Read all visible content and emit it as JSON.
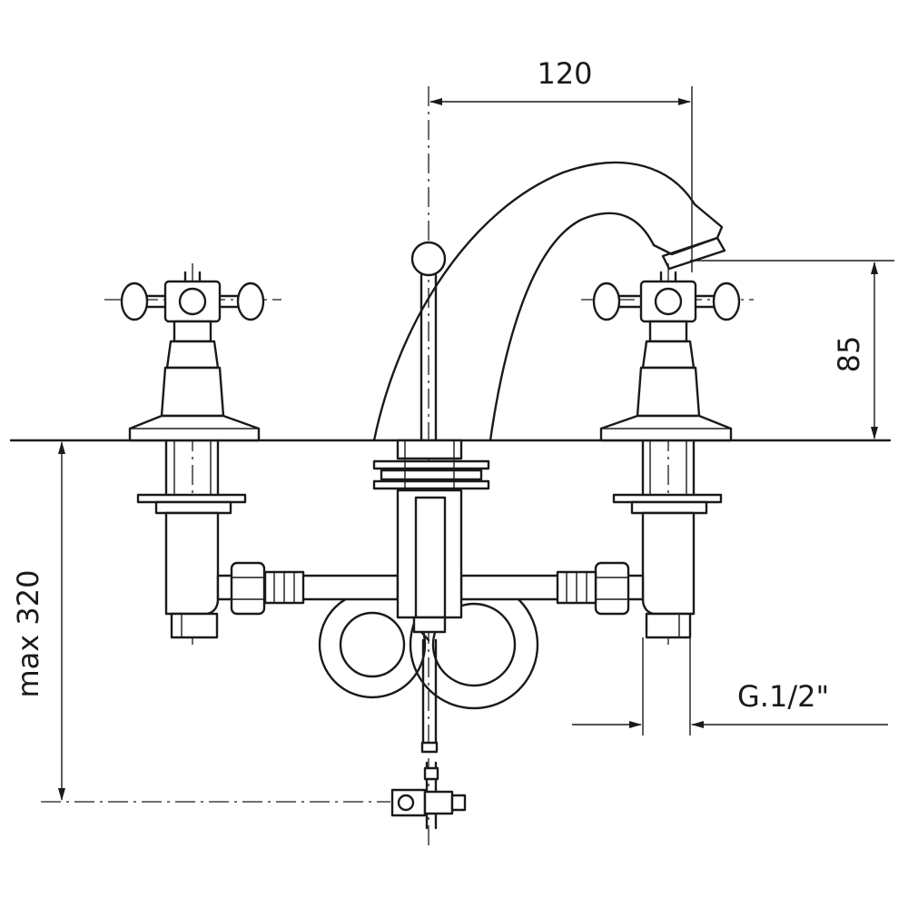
{
  "dimensions": {
    "spout_reach": "120",
    "spout_height": "85",
    "max_depth": "max 320",
    "connection_thread": "G.1/2\""
  },
  "colors": {
    "line": "#1a1a1a",
    "background": "#ffffff"
  }
}
